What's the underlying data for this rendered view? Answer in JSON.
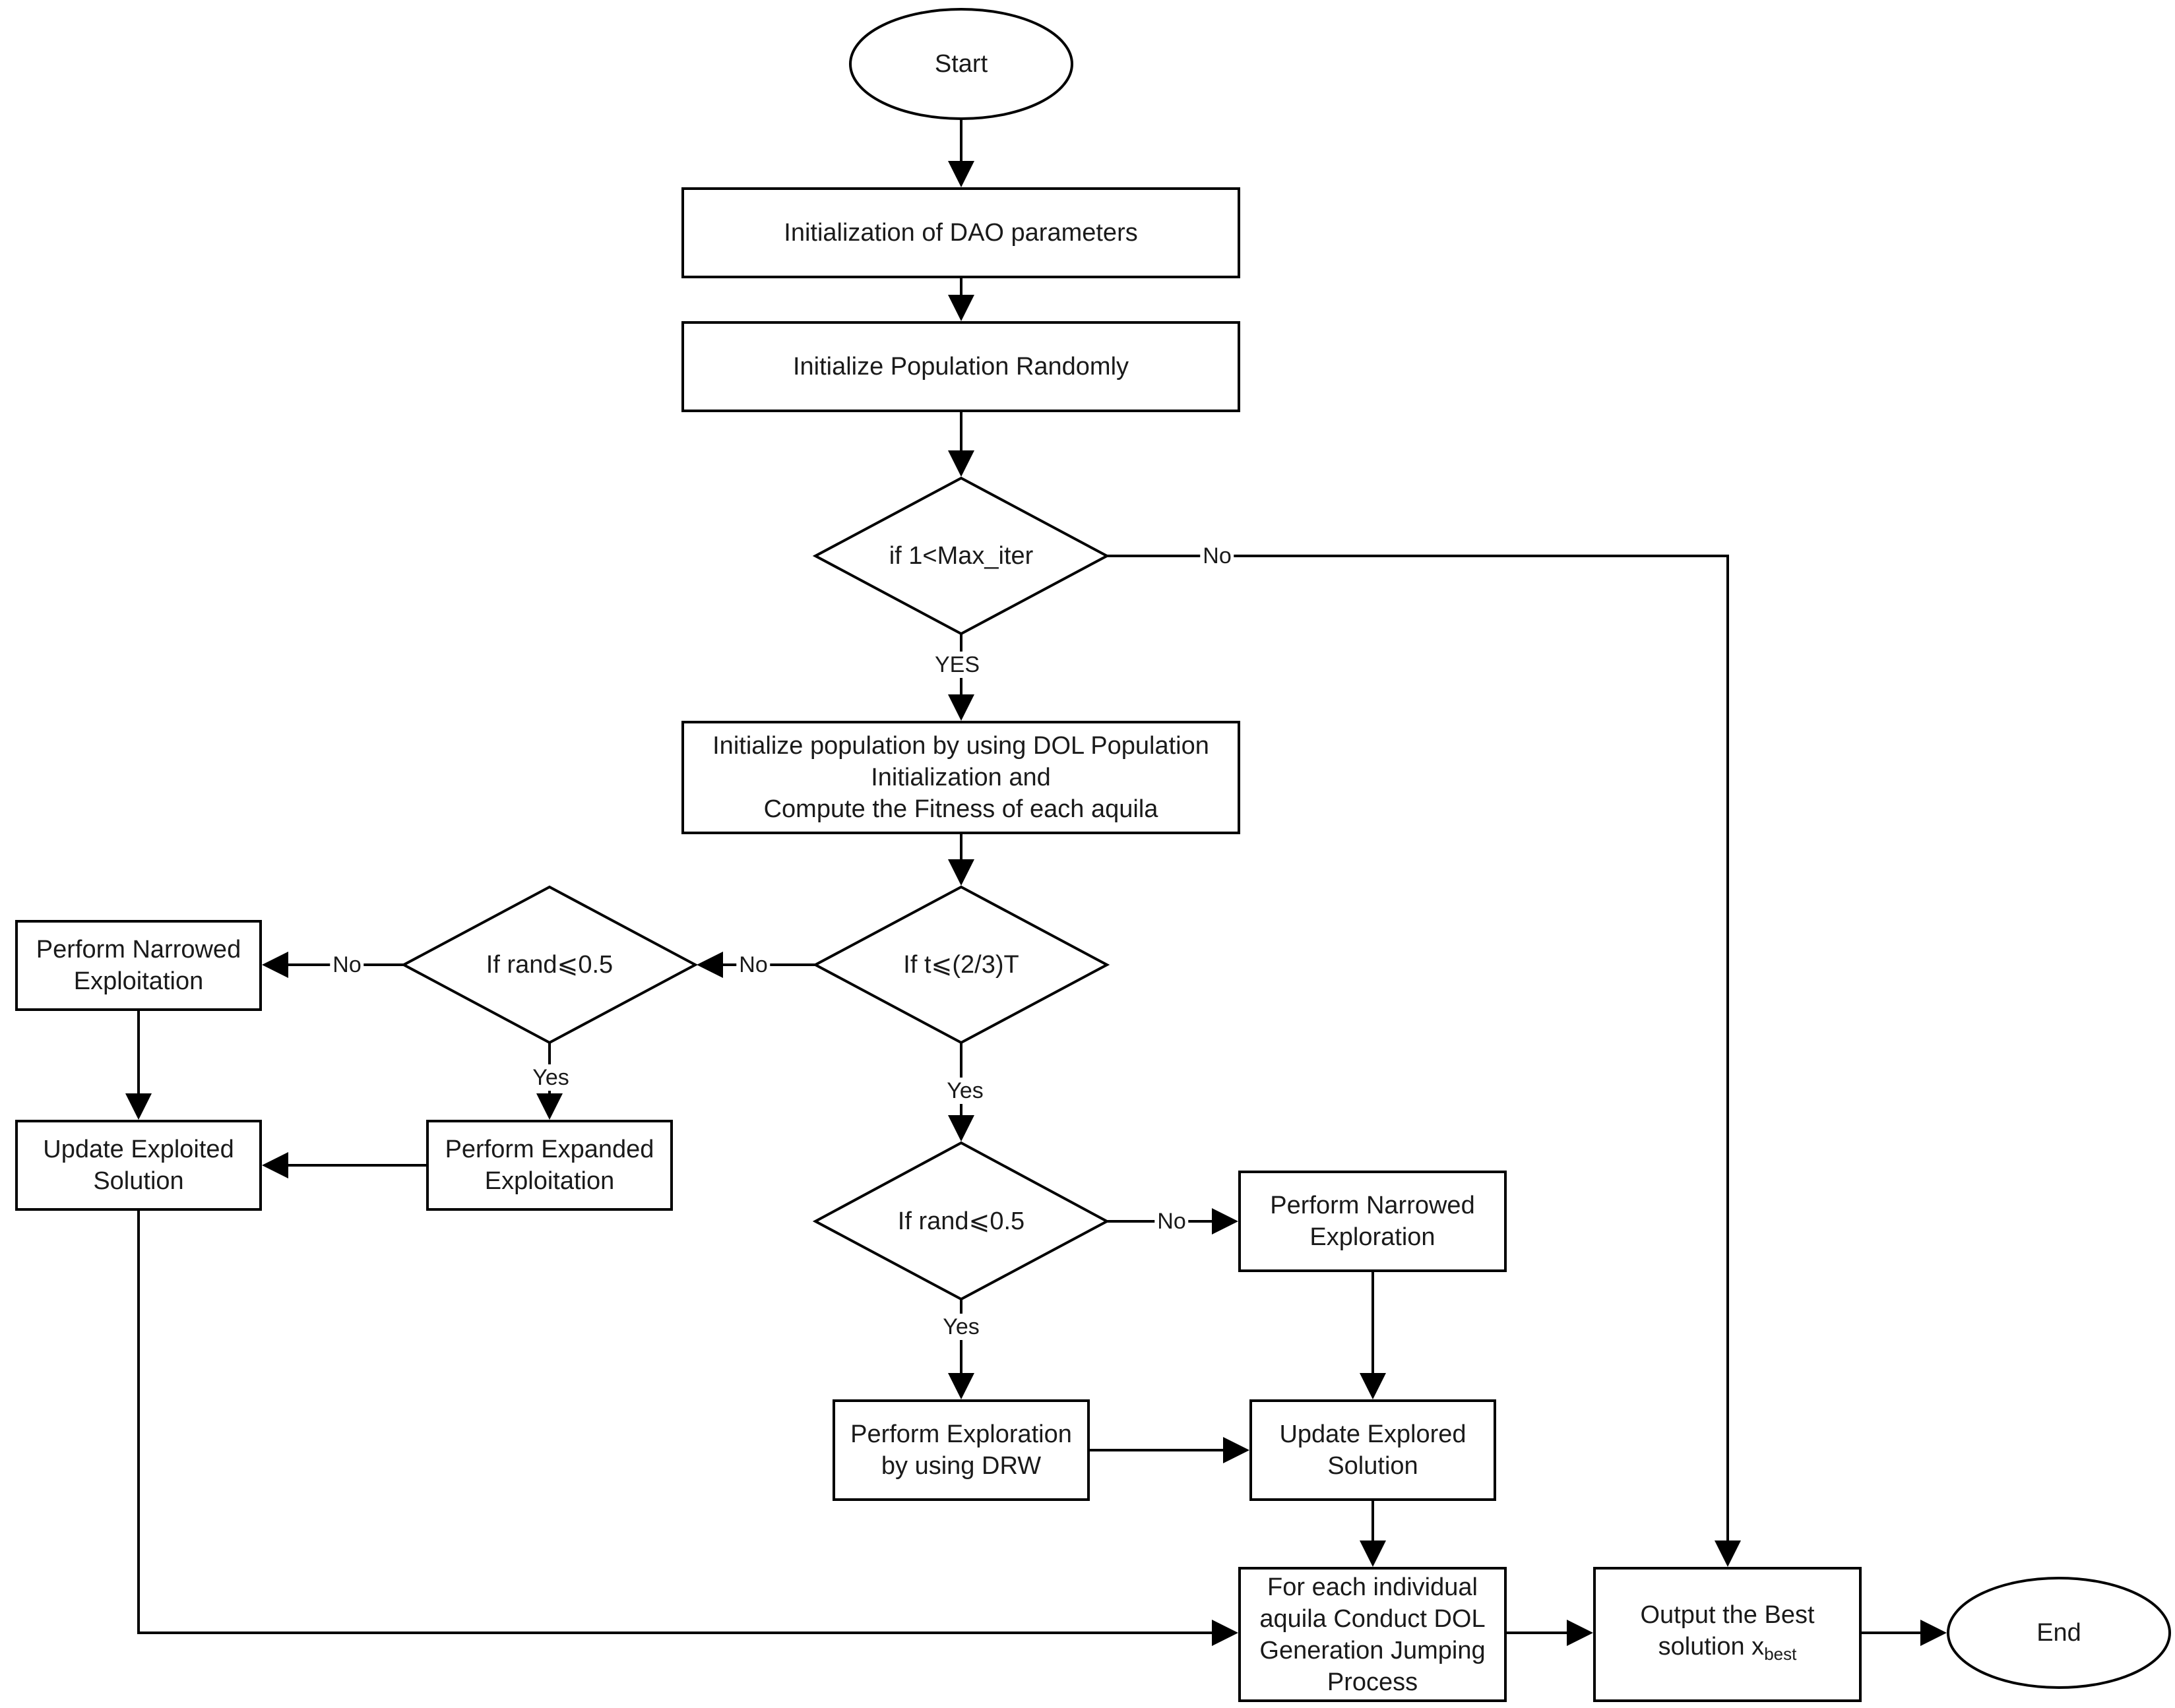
{
  "nodes": {
    "start": "Start",
    "init_params": "Initialization of DAO parameters",
    "init_pop": "Initialize Population Randomly",
    "cond_iter": "if 1<Max_iter",
    "dol_init": "Initialize population by using DOL Population\nInitialization and\nCompute the Fitness of each aquila",
    "cond_t": "If t⩽(2/3)T",
    "cond_rand_left": "If rand⩽0.5",
    "narrowed_exploitation": "Perform Narrowed\nExploitation",
    "update_exploited": "Update Exploited\nSolution",
    "expanded_exploitation": "Perform Expanded\nExploitation",
    "cond_rand_right": "If rand⩽0.5",
    "narrowed_exploration": "Perform  Narrowed\nExploration",
    "exploration_drw": "Perform Exploration\nby using DRW",
    "update_explored": "Update Explored\nSolution",
    "dol_jumping": "For each individual\naquila Conduct DOL\nGeneration Jumping\nProcess",
    "output_best_text": "Output the Best\nsolution x",
    "output_best_sub": "best",
    "end": "End"
  },
  "edges": {
    "iter_no": "No",
    "iter_yes": "YES",
    "t_no": "No",
    "t_yes": "Yes",
    "rand_left_no": "No",
    "rand_left_yes": "Yes",
    "rand_right_no": "No",
    "rand_right_yes": "Yes"
  }
}
